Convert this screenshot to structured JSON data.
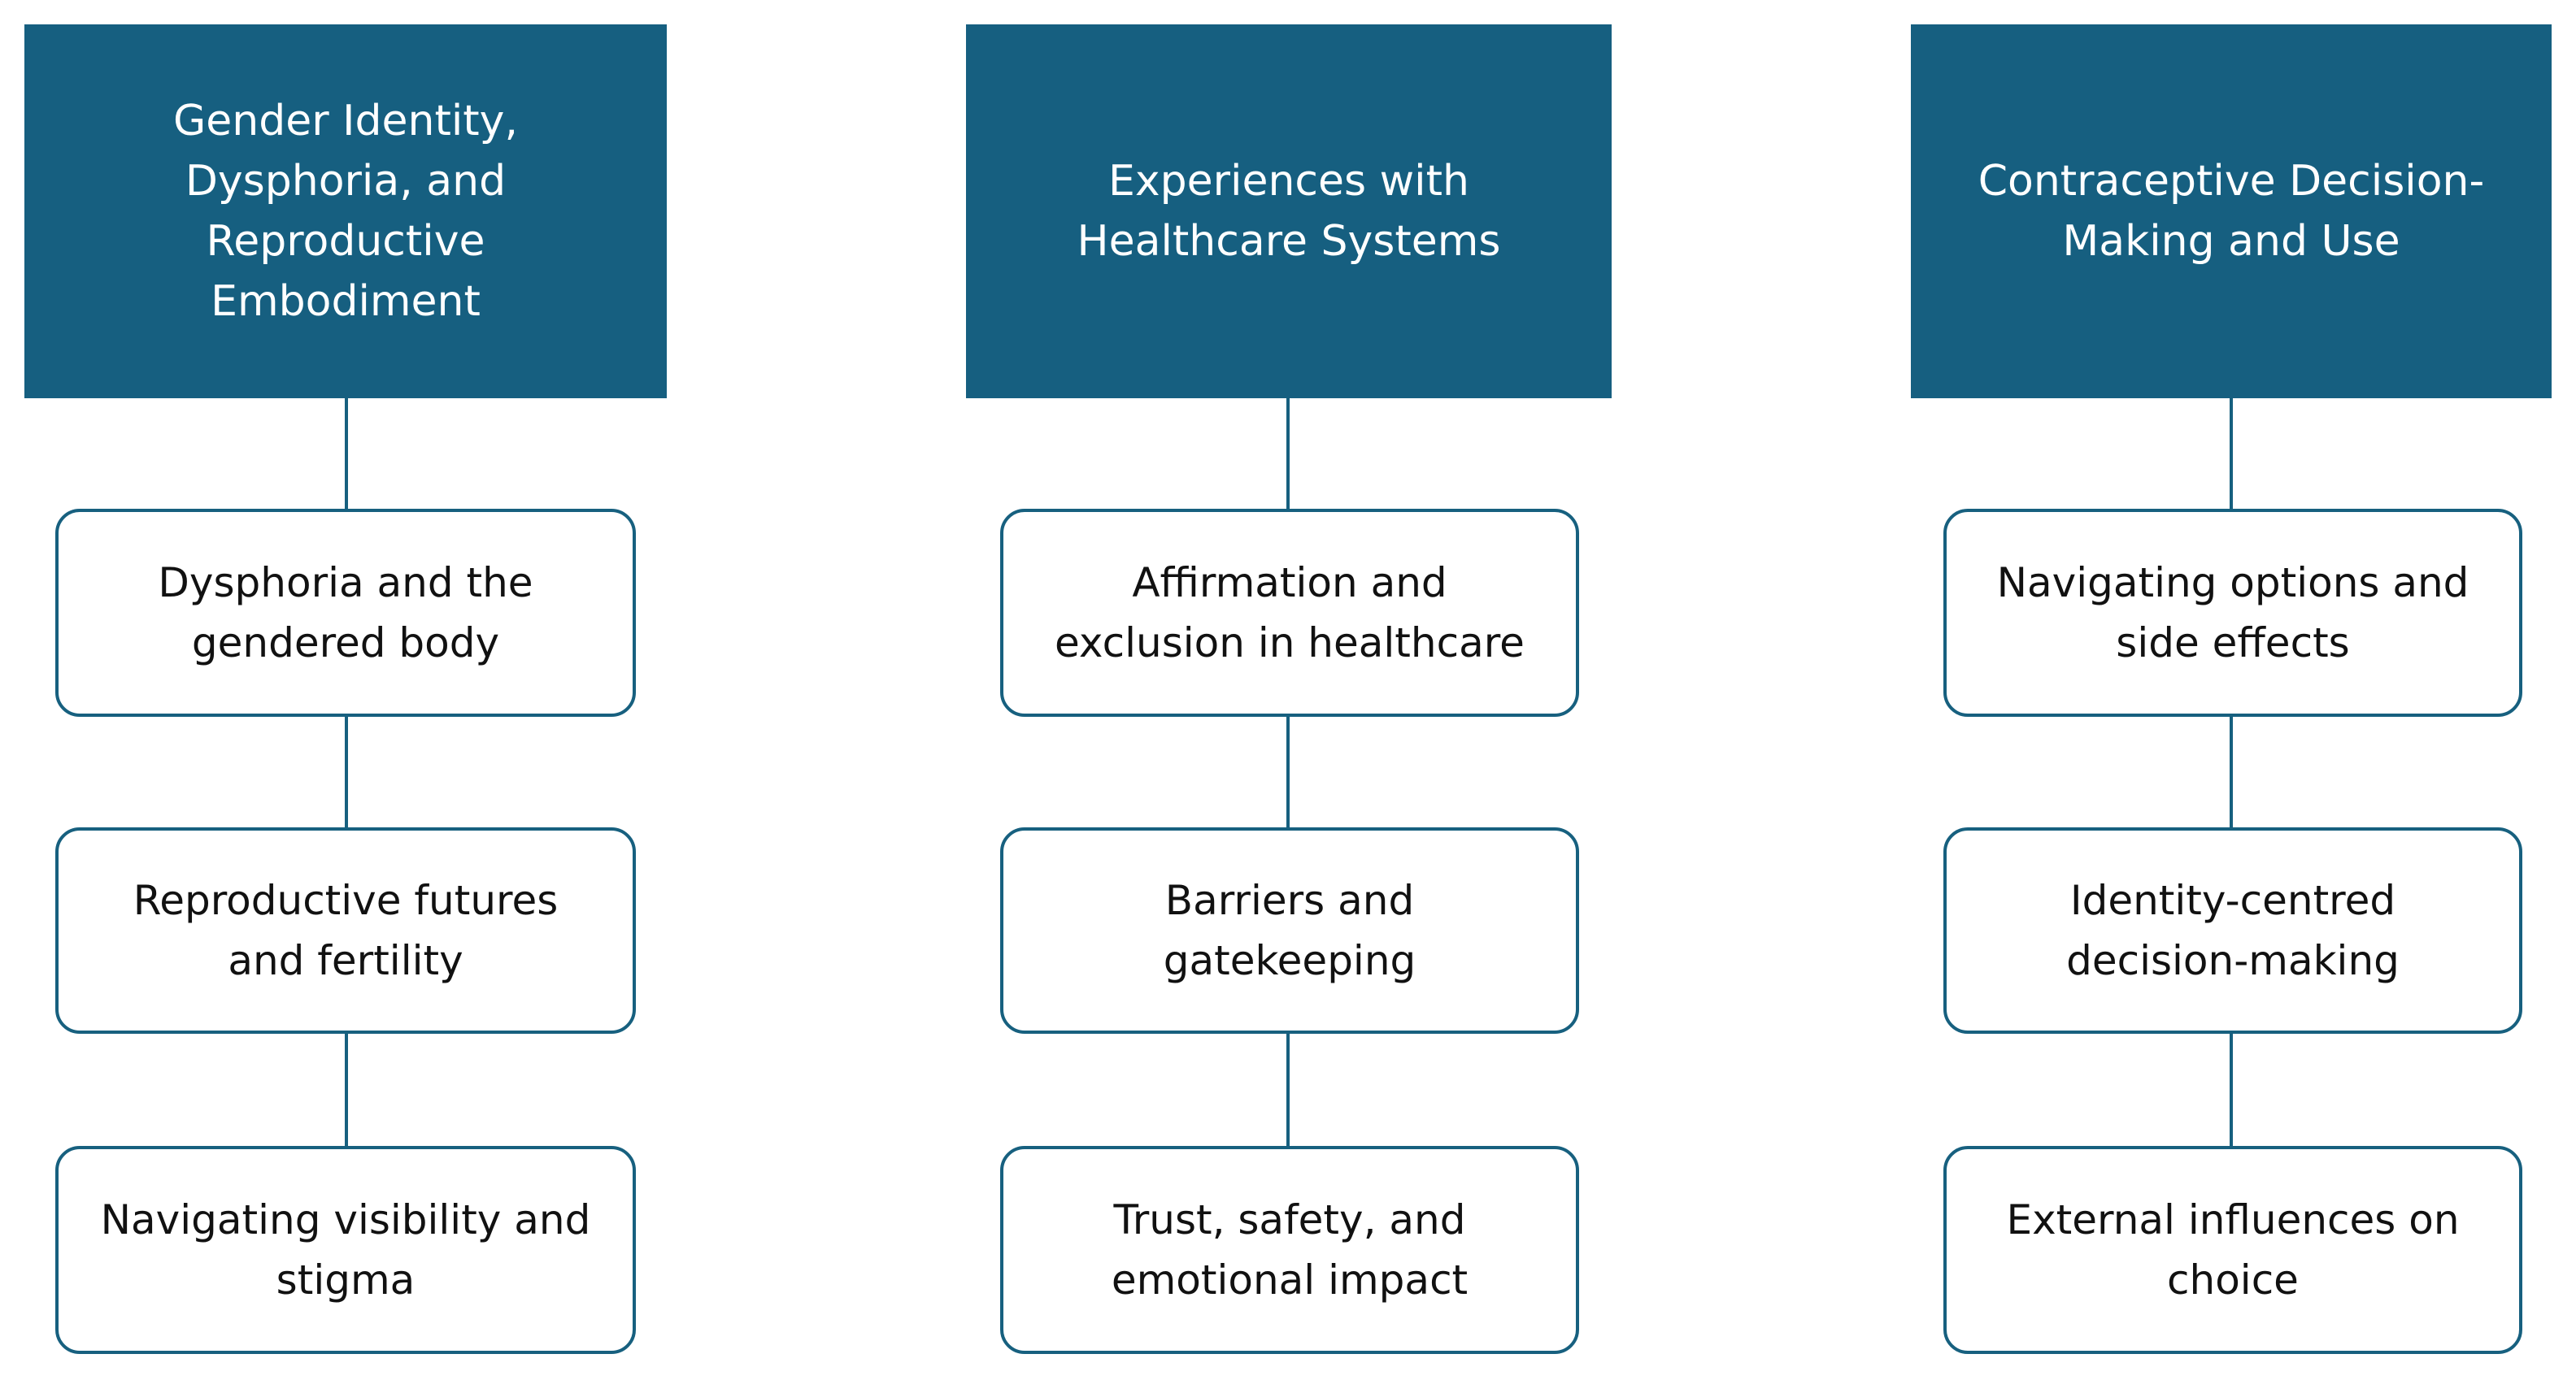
{
  "colors": {
    "theme_fill": "#165f80",
    "connector": "#17607f",
    "subtheme_border": "#17607f",
    "subtheme_text": "#111111",
    "theme_text": "#ffffff"
  },
  "themes": [
    {
      "title": "Gender Identity, Dysphoria, and Reproductive Embodiment",
      "subthemes": [
        "Dysphoria and the gendered body",
        "Reproductive futures and fertility",
        "Navigating visibility and stigma"
      ]
    },
    {
      "title": "Experiences with Healthcare Systems",
      "subthemes": [
        "Affirmation and exclusion in healthcare",
        "Barriers and gatekeeping",
        "Trust, safety, and emotional impact"
      ]
    },
    {
      "title": "Contraceptive Decision-Making and Use",
      "subthemes": [
        "Navigating options and side effects",
        "Identity-centred decision-making",
        "External influences on choice"
      ]
    }
  ]
}
